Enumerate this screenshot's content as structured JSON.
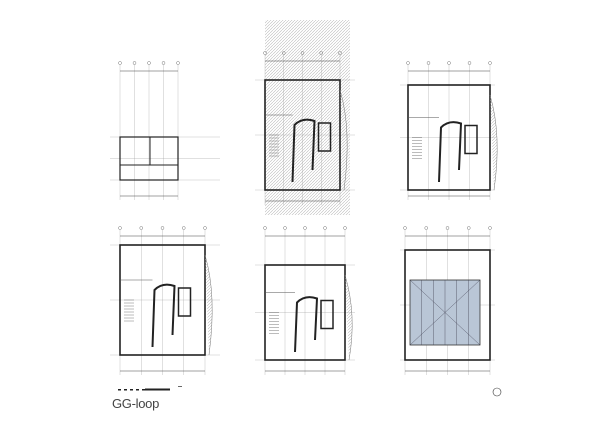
{
  "sheet": {
    "logo_text": "GG-loop",
    "plans": [
      {
        "id": "plan-1",
        "row": 1,
        "col": 1
      },
      {
        "id": "plan-2",
        "row": 1,
        "col": 2
      },
      {
        "id": "plan-3",
        "row": 1,
        "col": 3
      },
      {
        "id": "plan-4",
        "row": 2,
        "col": 1
      },
      {
        "id": "plan-5",
        "row": 2,
        "col": 2
      },
      {
        "id": "plan-6",
        "row": 2,
        "col": 3
      }
    ],
    "colors": {
      "line": "#222222",
      "hatch": "#bbbbbb",
      "roof_glass": "#b9c6d6"
    }
  }
}
